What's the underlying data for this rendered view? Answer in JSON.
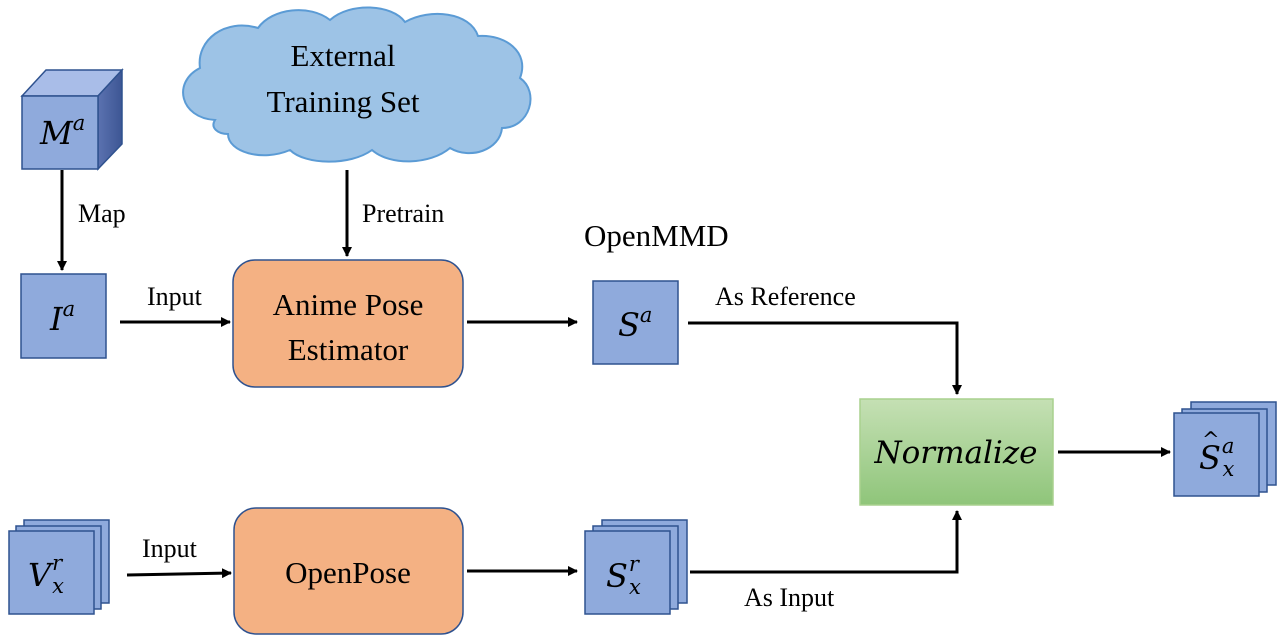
{
  "diagram": {
    "cloud": {
      "line1": "External",
      "line2": "Training Set"
    },
    "labels": {
      "map": "Map",
      "pretrain": "Pretrain",
      "openmmd": "OpenMMD",
      "input_top": "Input",
      "input_bottom": "Input",
      "as_reference": "As Reference",
      "as_input": "As Input"
    },
    "boxes": {
      "anime_line1": "Anime Pose",
      "anime_line2": "Estimator",
      "openpose": "OpenPose",
      "normalize": "Normalize"
    },
    "symbols": {
      "m_a": {
        "base": "M",
        "sup": "a"
      },
      "i_a": {
        "base": "I",
        "sup": "a"
      },
      "s_a": {
        "base": "S",
        "sup": "a"
      },
      "v_x_r": {
        "base": "V",
        "sup": "r",
        "sub": "x"
      },
      "s_x_r": {
        "base": "S",
        "sup": "r",
        "sub": "x"
      },
      "s_hat_x_a": {
        "base": "S",
        "hat": "^",
        "sup": "a",
        "sub": "x"
      }
    },
    "colors": {
      "blue_fill": "#8faadc",
      "blue_stroke": "#2f528f",
      "orange_fill": "#f4b183",
      "orange_stroke": "#2f528f",
      "green_top": "#c5e0b4",
      "green_bottom": "#8fc57a",
      "green_stroke": "#a9d18e",
      "cloud_fill": "#9dc3e6",
      "cloud_stroke": "#5b9bd5",
      "arrow": "#000000"
    }
  }
}
